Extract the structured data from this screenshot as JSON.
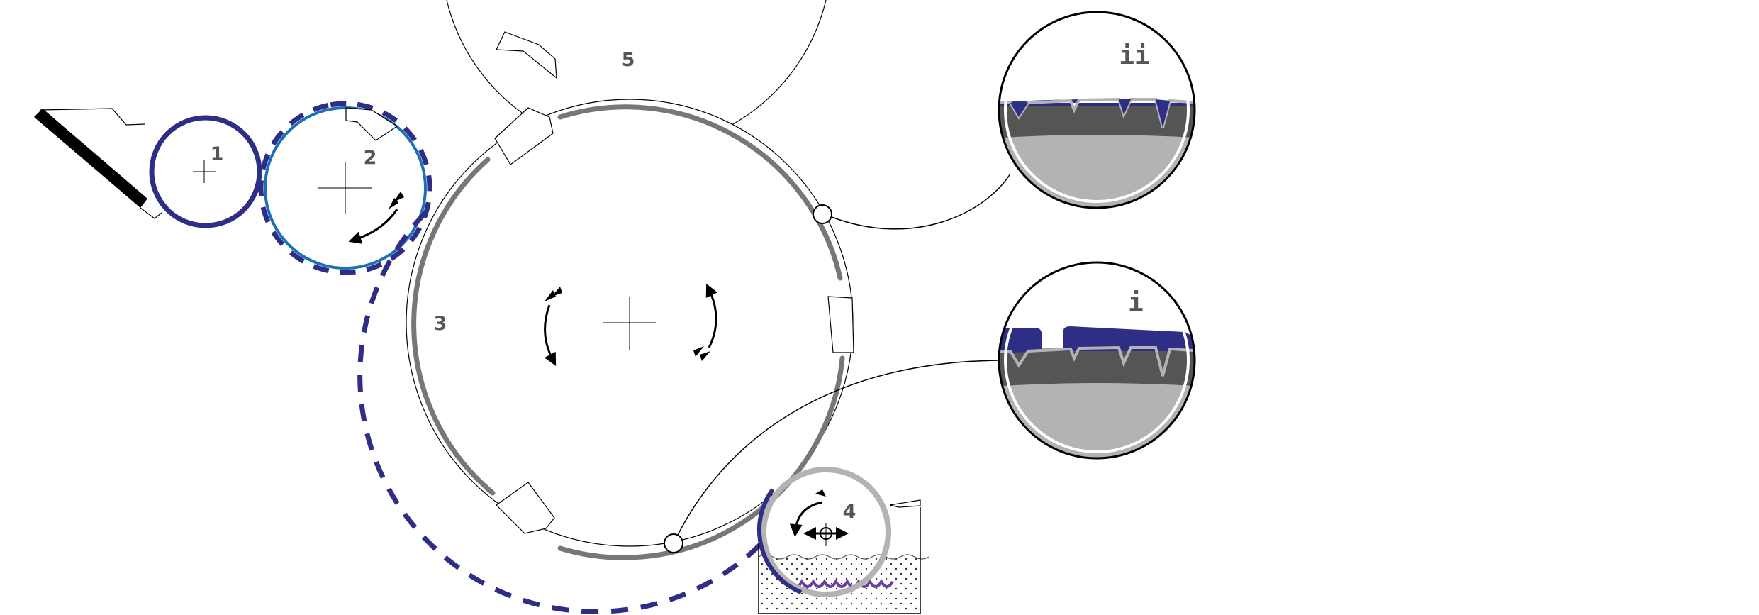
{
  "labels": {
    "roller_1": "1",
    "roller_2": "2",
    "roller_3": "3",
    "roller_4": "4",
    "roller_5": "5",
    "detail_ii": "ii",
    "detail_i": "i"
  },
  "colors": {
    "ink_dark_blue": "#2e2e86",
    "ink_light_blue": "#1a6fb5",
    "plate_gray": "#777777",
    "cylinder_dark": "#555555",
    "cylinder_light": "#b3b3b3",
    "ink_purple": "#6a3fa0",
    "label_gray": "#555555"
  },
  "icons": [
    "rotation-arrow-icon",
    "double-arrow-icon",
    "crosshair-icon",
    "doctor-blade-icon"
  ]
}
